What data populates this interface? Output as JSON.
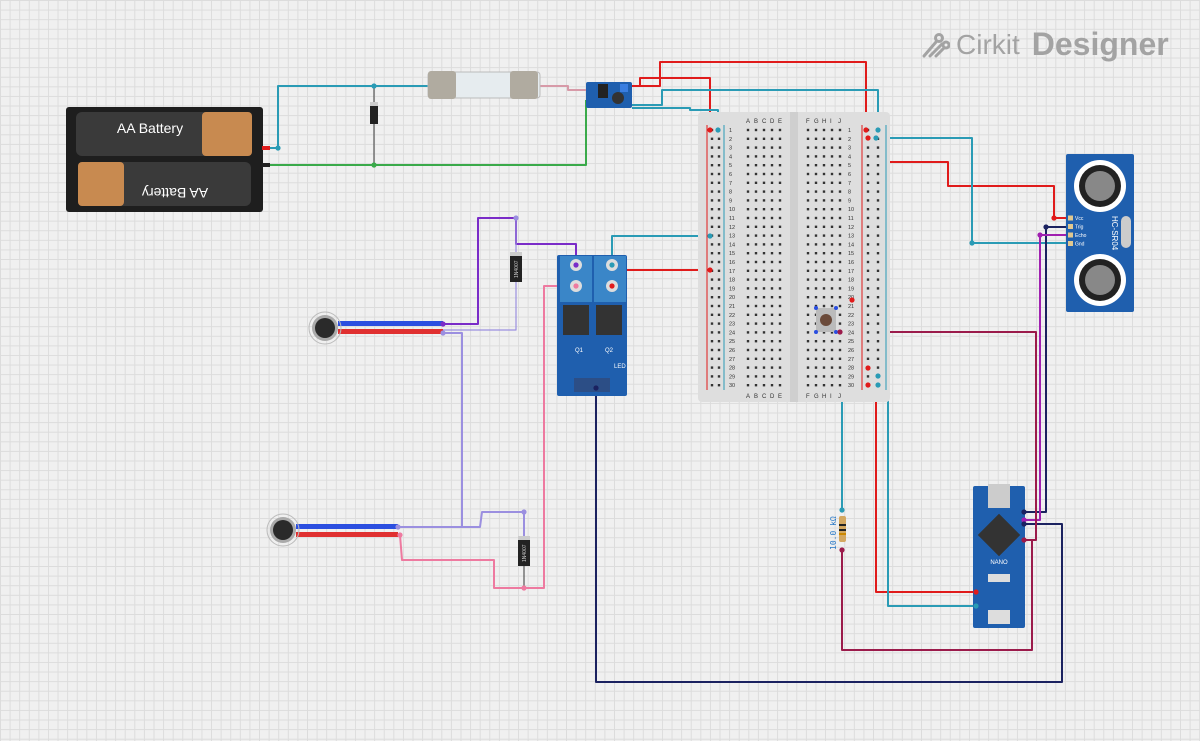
{
  "app": {
    "brand_light": "Cirkit",
    "brand_bold": "Designer",
    "logo_icon": "circuit-traces-icon"
  },
  "components": {
    "battery": {
      "label_top": "AA Battery",
      "label_bottom": "AA Battery"
    },
    "fuse": {
      "name": "fuse"
    },
    "buck_converter": {
      "name": "lm2596-buck"
    },
    "diode_top": {
      "label": "1N4007"
    },
    "diode_bottom": {
      "label": "1N4007"
    },
    "mosfet_module": {
      "q1": "Q1",
      "q2": "Q2",
      "led": "LED"
    },
    "breadboard": {
      "cols_left": [
        "A",
        "B",
        "C",
        "D",
        "E"
      ],
      "cols_right": [
        "F",
        "G",
        "H",
        "I",
        "J"
      ],
      "rows": 30
    },
    "hcsr04": {
      "model": "HC-SR04",
      "pins": [
        "Vcc",
        "Trig",
        "Echo",
        "Gnd"
      ]
    },
    "resistor": {
      "label": "10.0 kΩ"
    },
    "arduino": {
      "label": "NANO"
    },
    "motors": [
      "vibration-motor-1",
      "vibration-motor-2"
    ]
  },
  "colors": {
    "red": "#e01b1b",
    "teal": "#2a9bb5",
    "green": "#3aaa4a",
    "purple": "#7a2bc8",
    "lavender": "#9b8fe0",
    "pink": "#ee7aa0",
    "navy": "#1b2260",
    "maroon": "#9b1b4b",
    "magenta": "#a020b0",
    "board_blue": "#1f5fae"
  }
}
